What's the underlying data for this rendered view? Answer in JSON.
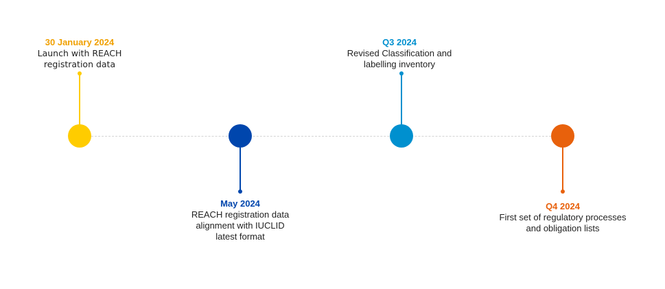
{
  "milestones": [
    {
      "date": "30 January 2024",
      "lines": [
        "Launch with REACH",
        "registration data"
      ],
      "color": "#FFCC00",
      "date_color": "#F0A000",
      "position": "above"
    },
    {
      "date": "May 2024",
      "lines": [
        "REACH registration data",
        "alignment with IUCLID",
        "latest format"
      ],
      "color": "#0046AD",
      "date_color": "#0046AD",
      "position": "below"
    },
    {
      "date": "Q3 2024",
      "lines": [
        "Revised Classification and",
        "labelling inventory"
      ],
      "color": "#0090CF",
      "date_color": "#0090CF",
      "position": "above"
    },
    {
      "date": "Q4 2024",
      "lines": [
        "First set of regulatory processes",
        "and obligation lists"
      ],
      "color": "#E8610C",
      "date_color": "#E8610C",
      "position": "below"
    }
  ]
}
